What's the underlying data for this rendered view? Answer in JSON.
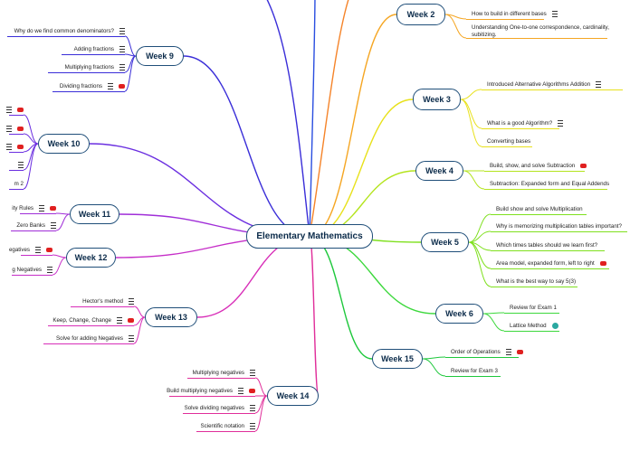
{
  "central": {
    "label": "Elementary Mathematics"
  },
  "weeks": [
    {
      "label": "Week 2",
      "color": "#f5a623",
      "items": [
        {
          "text": "How to build in different bases",
          "icons": [
            "notes"
          ]
        },
        {
          "text": "Understanding One-to-one correspondence, cardinality, subitizing.",
          "icons": []
        }
      ]
    },
    {
      "label": "Week 3",
      "color": "#e8e11c",
      "items": [
        {
          "text": "Introduced Alternative Algorithms Addition",
          "icons": [
            "notes"
          ]
        },
        {
          "text": "What is a good Algorithm?",
          "icons": [
            "notes"
          ]
        },
        {
          "text": "Converting bases",
          "icons": []
        }
      ]
    },
    {
      "label": "Week 4",
      "color": "#b4e41e",
      "items": [
        {
          "text": "Build, show, and solve Subtraction",
          "icons": [
            "badge"
          ]
        },
        {
          "text": "Subtraction: Expanded form and Equal Addends",
          "icons": []
        }
      ]
    },
    {
      "label": "Week 5",
      "color": "#7fe01e",
      "items": [
        {
          "text": "Build show and solve Multiplication",
          "icons": []
        },
        {
          "text": "Why is memorizing multiplication tables important?",
          "icons": []
        },
        {
          "text": "Which times tables should we learn first?",
          "icons": []
        },
        {
          "text": "Area model, expanded form, left to right",
          "icons": [
            "badge"
          ]
        },
        {
          "text": "What is the best way to say 5(3)",
          "icons": []
        }
      ]
    },
    {
      "label": "Week 6",
      "color": "#3cd83c",
      "items": [
        {
          "text": "Review for Exam 1",
          "icons": []
        },
        {
          "text": "Lattice Method",
          "icons": [
            "globe"
          ]
        }
      ]
    },
    {
      "label": "Week 15",
      "color": "#1ec83c",
      "items": [
        {
          "text": "Order of Operations",
          "icons": [
            "notes",
            "badge"
          ]
        },
        {
          "text": "Review for Exam 3",
          "icons": []
        }
      ]
    },
    {
      "label": "Week 9",
      "color": "#3a2ed8",
      "items": [
        {
          "text": "Why do we find common denominators?",
          "icons": [
            "notes"
          ]
        },
        {
          "text": "Adding fractions",
          "icons": [
            "notes"
          ]
        },
        {
          "text": "Multiplying fractions",
          "icons": [
            "notes"
          ]
        },
        {
          "text": "Dividing fractions",
          "icons": [
            "notes",
            "badge"
          ]
        }
      ]
    },
    {
      "label": "Week 10",
      "color": "#6a2ee0",
      "items": [
        {
          "text": "",
          "icons": [
            "notes",
            "badge"
          ]
        },
        {
          "text": "",
          "icons": [
            "notes",
            "badge"
          ]
        },
        {
          "text": "",
          "icons": [
            "notes",
            "badge"
          ]
        },
        {
          "text": "",
          "icons": [
            "notes"
          ]
        },
        {
          "text": "m 2",
          "icons": []
        }
      ]
    },
    {
      "label": "Week 11",
      "color": "#a02ed8",
      "items": [
        {
          "text": "ity Rules",
          "icons": [
            "notes",
            "badge"
          ]
        },
        {
          "text": "Zero Banks",
          "icons": [
            "notes"
          ]
        }
      ]
    },
    {
      "label": "Week 12",
      "color": "#c62ec8",
      "items": [
        {
          "text": "egatives",
          "icons": [
            "notes",
            "badge"
          ]
        },
        {
          "text": "g Negatives",
          "icons": [
            "notes"
          ]
        }
      ]
    },
    {
      "label": "Week 13",
      "color": "#d82eb8",
      "items": [
        {
          "text": "Hector's method",
          "icons": [
            "notes"
          ]
        },
        {
          "text": "Keep, Change, Change",
          "icons": [
            "notes",
            "badge"
          ]
        },
        {
          "text": "Solve for adding Negatives",
          "icons": [
            "notes"
          ]
        }
      ]
    },
    {
      "label": "Week 14",
      "color": "#e02e9a",
      "items": [
        {
          "text": "Multiplying negatives",
          "icons": [
            "notes"
          ]
        },
        {
          "text": "Build multiplying negatives",
          "icons": [
            "notes",
            "badge"
          ]
        },
        {
          "text": "Solve dividing negatives",
          "icons": [
            "notes"
          ]
        },
        {
          "text": "Scientific notation",
          "icons": [
            "notes"
          ]
        }
      ]
    }
  ]
}
